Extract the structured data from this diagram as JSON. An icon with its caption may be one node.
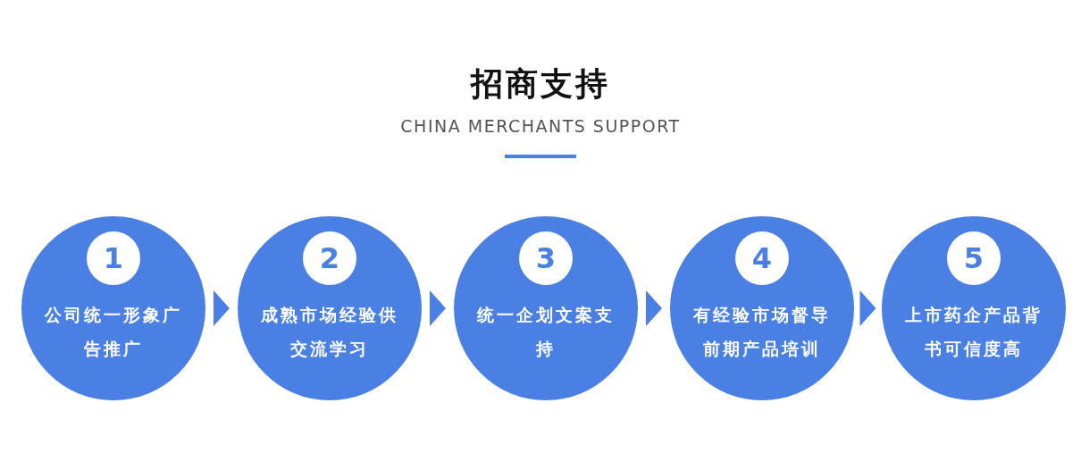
{
  "diagram": {
    "title": "招商支持",
    "nodes": [
      {
        "text": [
          "1",
          "公司统一形象广告推广"
        ]
      },
      {
        "text": [
          "2",
          "成熟市场经验供交流学习"
        ]
      },
      {
        "text": [
          "3",
          "统一企划文案支持"
        ]
      },
      {
        "text": [
          "4",
          "有经验市场督导前期产品培训"
        ]
      },
      {
        "text": [
          "5",
          "上市药企产品背书可信度高"
        ]
      }
    ],
    "edges": [
      {
        "from": 0,
        "to": 1,
        "arrow": "to"
      },
      {
        "from": 1,
        "to": 2,
        "arrow": "to"
      },
      {
        "from": 2,
        "to": 3,
        "arrow": "to"
      },
      {
        "from": 3,
        "to": 4,
        "arrow": "to"
      }
    ],
    "labels": [
      "CHINA MERCHANTS SUPPORT"
    ]
  }
}
